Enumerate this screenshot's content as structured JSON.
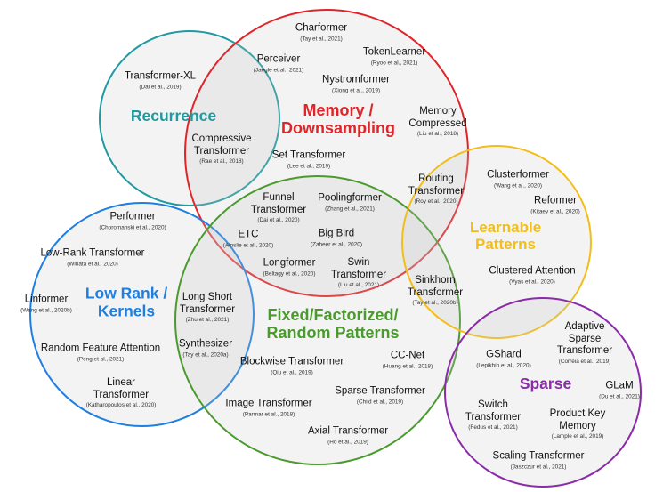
{
  "groups": [
    {
      "id": "recurrence",
      "label": "Recurrence",
      "color": "#1f9aa0"
    },
    {
      "id": "memory",
      "label": "Memory /\nDownsampling",
      "color": "#e0252a"
    },
    {
      "id": "learnable",
      "label": "Learnable\nPatterns",
      "color": "#f2be1a"
    },
    {
      "id": "lowrank",
      "label": "Low Rank /\nKernels",
      "color": "#1f7fe0"
    },
    {
      "id": "fixed",
      "label": "Fixed/Factorized/\nRandom Patterns",
      "color": "#4a9a2e"
    },
    {
      "id": "sparse",
      "label": "Sparse",
      "color": "#8a2ca8"
    }
  ],
  "models": [
    {
      "name": "Charformer",
      "cite": "(Tay et al., 2021)"
    },
    {
      "name": "Perceiver",
      "cite": "(Jaegle et al., 2021)"
    },
    {
      "name": "TokenLearner",
      "cite": "(Ryoo et al., 2021)"
    },
    {
      "name": "Transformer-XL",
      "cite": "(Dai et al., 2019)"
    },
    {
      "name": "Nystromformer",
      "cite": "(Xiong et al., 2019)"
    },
    {
      "name": "Memory\nCompressed",
      "cite": "(Liu et al., 2018)"
    },
    {
      "name": "Compressive\nTransformer",
      "cite": "(Rae et al., 2018)"
    },
    {
      "name": "Set Transformer",
      "cite": "(Lee et al., 2019)"
    },
    {
      "name": "Routing\nTransformer",
      "cite": "(Roy et al., 2020)"
    },
    {
      "name": "Clusterformer",
      "cite": "(Wang et al., 2020)"
    },
    {
      "name": "Reformer",
      "cite": "(Kitaev et al., 2020)"
    },
    {
      "name": "Funnel\nTransformer",
      "cite": "(Dai et al., 2020)"
    },
    {
      "name": "Poolingformer",
      "cite": "(Zhang et al., 2021)"
    },
    {
      "name": "ETC",
      "cite": "(Ainslie et al., 2020)"
    },
    {
      "name": "Big Bird",
      "cite": "(Zaheer et al., 2020)"
    },
    {
      "name": "Performer",
      "cite": "(Choromanski et al., 2020)"
    },
    {
      "name": "Low-Rank Transformer",
      "cite": "(Winata et al., 2020)"
    },
    {
      "name": "Longformer",
      "cite": "(Beltagy et al., 2020)"
    },
    {
      "name": "Swin\nTransformer",
      "cite": "(Liu et al., 2021)"
    },
    {
      "name": "Clustered Attention",
      "cite": "(Vyas et al., 2020)"
    },
    {
      "name": "Sinkhorn\nTransformer",
      "cite": "(Tay et al., 2020b)"
    },
    {
      "name": "Linformer",
      "cite": "(Wang et al., 2020b)"
    },
    {
      "name": "Long Short\nTransformer",
      "cite": "(Zhu et al., 2021)"
    },
    {
      "name": "Adaptive\nSparse\nTransformer",
      "cite": "(Correia et al., 2019)"
    },
    {
      "name": "Synthesizer",
      "cite": "(Tay et al., 2020a)"
    },
    {
      "name": "Random Feature Attention",
      "cite": "(Peng et al., 2021)"
    },
    {
      "name": "Blockwise Transformer",
      "cite": "(Qiu et al., 2019)"
    },
    {
      "name": "CC-Net",
      "cite": "(Huang et al., 2018)"
    },
    {
      "name": "GShard",
      "cite": "(Lepikhin et al., 2020)"
    },
    {
      "name": "GLaM",
      "cite": "(Du et al., 2021)"
    },
    {
      "name": "Linear\nTransformer",
      "cite": "(Katharopoulos et al., 2020)"
    },
    {
      "name": "Sparse Transformer",
      "cite": "(Child et al., 2019)"
    },
    {
      "name": "Image Transformer",
      "cite": "(Parmar et al., 2018)"
    },
    {
      "name": "Switch\nTransformer",
      "cite": "(Fedus et al., 2021)"
    },
    {
      "name": "Product Key\nMemory",
      "cite": "(Lample et al., 2019)"
    },
    {
      "name": "Axial Transformer",
      "cite": "(Ho et al., 2019)"
    },
    {
      "name": "Scaling Transformer",
      "cite": "(Jaszczur et al., 2021)"
    }
  ]
}
